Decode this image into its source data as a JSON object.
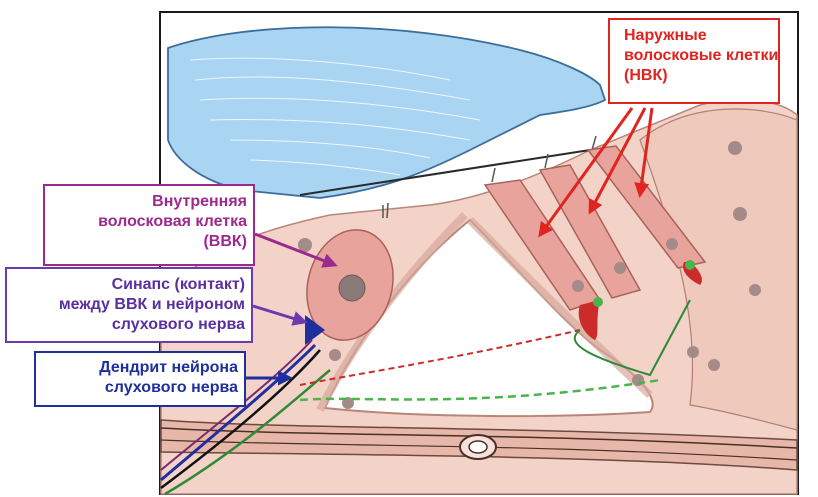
{
  "labels": {
    "ohc": [
      "Наружные",
      "волосковые клетки",
      "(НВК)"
    ],
    "ihc": [
      "Внутренняя",
      "волосковая клетка",
      "(ВВК)"
    ],
    "synapse": [
      "Синапс (контакт)",
      "между ВВК и нейроном",
      "слухового нерва"
    ],
    "dendrite": [
      "Дендрит нейрона",
      "слухового нерва"
    ]
  },
  "colors": {
    "ohc": "#e0241f",
    "ihc": "#9b2a8f",
    "synapse": "#6a3ab0",
    "dendrite": "#1f2f9e",
    "tectorial_membrane": "#a9d4f2",
    "tissue": "#f3d2c8",
    "hair_cell": "#e8a49c"
  },
  "icons": {
    "ohc_arrows": "arrow-icon",
    "ihc_arrow": "arrow-icon",
    "synapse_arrow": "arrow-icon",
    "dendrite_arrow": "arrow-icon"
  }
}
